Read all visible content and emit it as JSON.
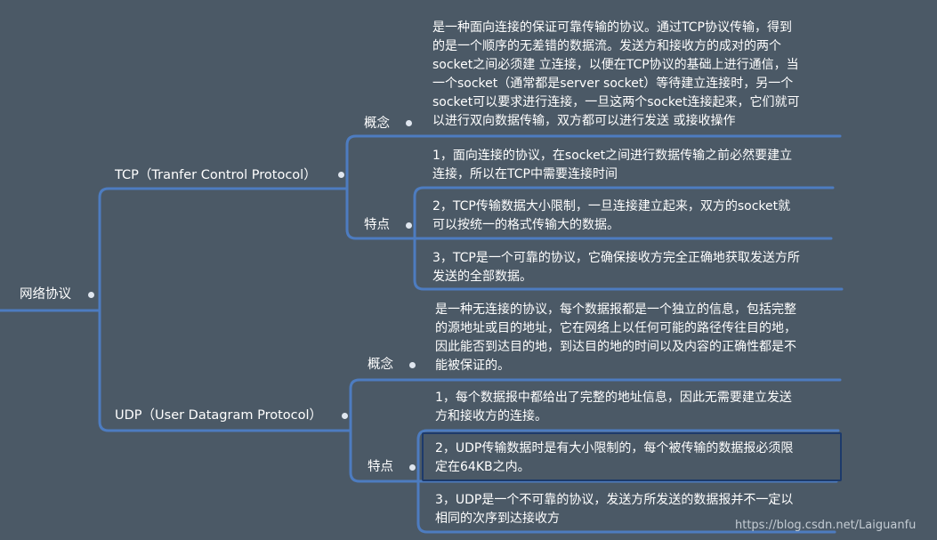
{
  "diagram": {
    "root": {
      "label": "网络协议",
      "icon": "collapse-dot-icon"
    },
    "tcp": {
      "label": "TCP（Tranfer Control Protocol）",
      "concept": {
        "label": "概念",
        "text": "是一种面向连接的保证可靠传输的协议。通过TCP协议传输，得到\n的是一个顺序的无差错的数据流。发送方和接收方的成对的两个\nsocket之间必须建 立连接，以便在TCP协议的基础上进行通信，当\n一个socket（通常都是server socket）等待建立连接时，另一个\nsocket可以要求进行连接，一旦这两个socket连接起来，它们就可\n以进行双向数据传输，双方都可以进行发送 或接收操作"
      },
      "features": {
        "label": "特点",
        "items": [
          "1，面向连接的协议，在socket之间进行数据传输之前必然要建立\n连接，所以在TCP中需要连接时间",
          "2，TCP传输数据大小限制，一旦连接建立起来，双方的socket就\n可以按统一的格式传输大的数据。",
          "3，TCP是一个可靠的协议，它确保接收方完全正确地获取发送方所\n发送的全部数据。"
        ]
      }
    },
    "udp": {
      "label": "UDP（User Datagram Protocol）",
      "concept": {
        "label": "概念",
        "text": "是一种无连接的协议，每个数据报都是一个独立的信息，包括完整\n的源地址或目的地址，它在网络上以任何可能的路径传往目的地，\n因此能否到达目的地，到达目的地的时间以及内容的正确性都是不\n能被保证的。"
      },
      "features": {
        "label": "特点",
        "items": [
          "1，每个数据报中都给出了完整的地址信息，因此无需要建立发送\n方和接收方的连接。",
          "2，UDP传输数据时是有大小限制的，每个被传输的数据报必须限\n定在64KB之内。",
          "3，UDP是一个不可靠的协议，发送方所发送的数据报并不一定以\n相同的次序到达接收方"
        ]
      }
    }
  },
  "colors": {
    "background": "#4b5966",
    "connector": "#4d7cc0",
    "text": "#ffffff",
    "dot": "#dfe6ef",
    "selection": "#1d3a6b"
  },
  "watermark": "https://blog.csdn.net/Laiguanfu"
}
